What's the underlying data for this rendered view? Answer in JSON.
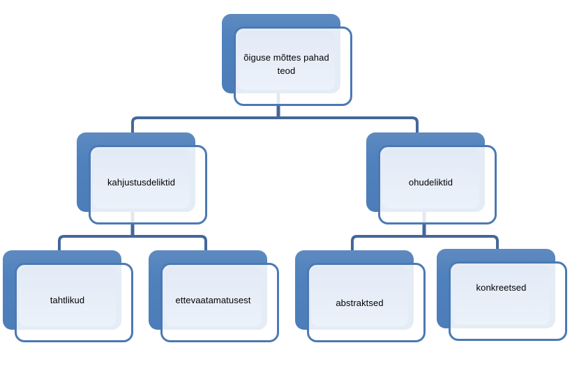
{
  "diagram": {
    "type": "hierarchy",
    "language": "Estonian",
    "nodes": [
      {
        "id": "root",
        "label": "õiguse mõttes pahad teod",
        "parent": null
      },
      {
        "id": "kahjustusdeliktid",
        "label": "kahjustusdeliktid",
        "parent": "root"
      },
      {
        "id": "ohudeliktid",
        "label": "ohudeliktid",
        "parent": "root"
      },
      {
        "id": "tahtlikud",
        "label": "tahtlikud",
        "parent": "kahjustusdeliktid"
      },
      {
        "id": "ettevaatamatusest",
        "label": "ettevaatamatusest",
        "parent": "kahjustusdeliktid"
      },
      {
        "id": "abstraktsed",
        "label": "abstraktsed",
        "parent": "ohudeliktid"
      },
      {
        "id": "konkreetsed",
        "label": "konkreetsed",
        "parent": "ohudeliktid"
      }
    ],
    "colors": {
      "shape_shadow": "#4f81bd",
      "shape_border": "#4b79b3",
      "shape_fill_top": "#e2eaf6",
      "shape_fill_bottom": "#ecf2fa",
      "connector": "#44679a",
      "text": "#000000",
      "background": "#ffffff"
    }
  }
}
